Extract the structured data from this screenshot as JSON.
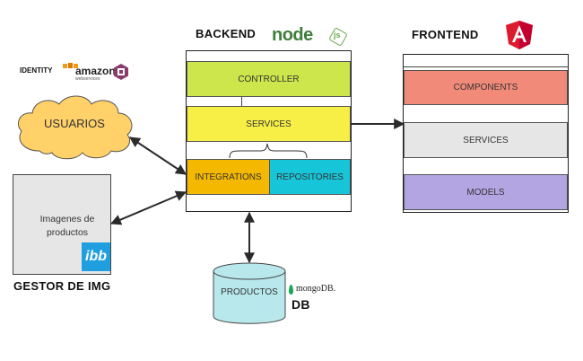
{
  "headings": {
    "backend": "BACKEND",
    "frontend": "FRONTEND",
    "gestor": "GESTOR DE IMG",
    "identity": "IDENTITY",
    "db": "DB"
  },
  "backend": {
    "controller": "CONTROLLER",
    "services": "SERVICES",
    "integrations": "INTEGRATIONS",
    "repositories": "REPOSITORIES"
  },
  "frontend": {
    "components": "COMPONENTS",
    "services": "SERVICES",
    "models": "MODELS"
  },
  "nodes": {
    "usuarios": "USUARIOS",
    "imagenes": "Imagenes de productos",
    "productos": "PRODUCTOS"
  },
  "logos": {
    "node": "node",
    "node_js": "js",
    "amazon": "amazon",
    "aws_sub": "webservices",
    "ibb": "ibb",
    "mongo": "mongoDB."
  },
  "colors": {
    "controller": "#cde64b",
    "services_backend": "#f7ef45",
    "integrations": "#f5b800",
    "repositories": "#17c5d8",
    "components": "#f28a7a",
    "services_frontend": "#e6e6e6",
    "models": "#b3a4e2",
    "cloud": "#ffd168",
    "productos": "#b8e8ec",
    "imagenes": "#e6e6e6",
    "ibb": "#1f9fe0",
    "angular": "#dd1b2e",
    "node": "#3f7d3a",
    "mongo": "#13aa52",
    "amazon_orange": "#f19a1a",
    "cognito": "#8a3b6b"
  }
}
